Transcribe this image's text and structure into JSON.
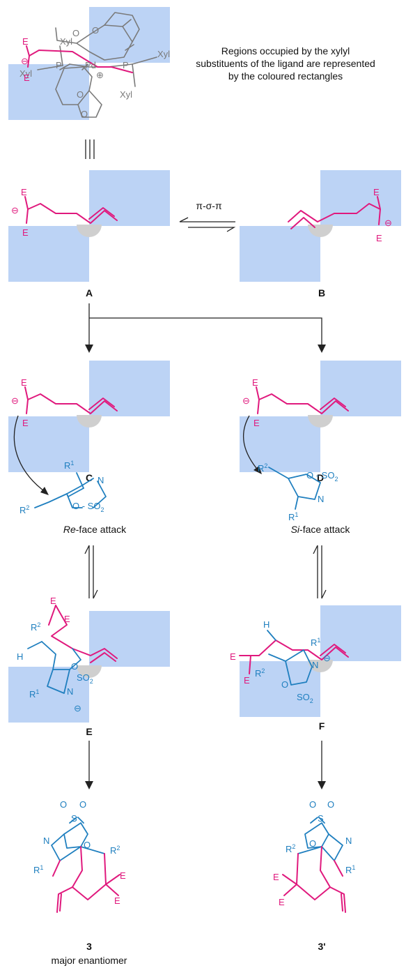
{
  "colors": {
    "highlight": "#bcd3f5",
    "ligand_chain": "#e0197d",
    "substrate": "#1f7fbf",
    "complex": "#7a7a7a"
  },
  "note": {
    "line1": "Regions occupied by the xylyl",
    "line2": "substituents of the ligand are represented",
    "line3": "by the coloured rectangles"
  },
  "equilibrium_label": "π-σ-π",
  "labels": {
    "A": "A",
    "B": "B",
    "C": "C",
    "D": "D",
    "E": "E",
    "F": "F",
    "prod1": "3",
    "prod2": "3'",
    "major": "major enantiomer"
  },
  "faces": {
    "re_italic": "Re",
    "re_rest": "-face attack",
    "si_italic": "Si",
    "si_rest": "-face attack"
  },
  "atoms": {
    "E": "E",
    "Xyl": "Xyl",
    "P": "P",
    "Pd": "Pd",
    "plus": "⊕",
    "minus": "⊖",
    "R": "R",
    "one": "1",
    "two": "2",
    "N": "N",
    "O": "O",
    "S": "S",
    "SO": "O - SO",
    "H": "H",
    "OSO2_a": "O - SO"
  }
}
